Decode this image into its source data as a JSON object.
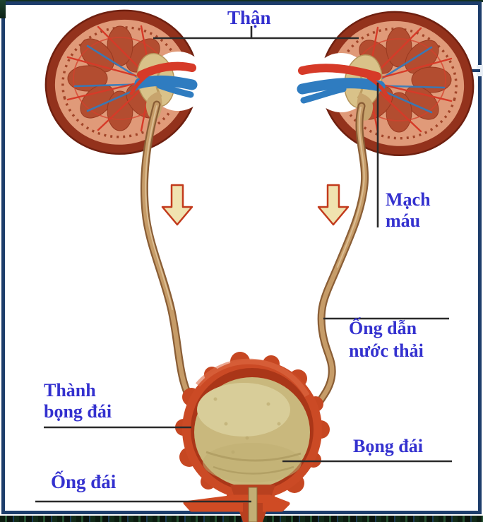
{
  "diagram": {
    "labels": {
      "kidney": "Thận",
      "blood_vessels": "Mạch máu",
      "ureter": "Ống dẫn nước thải",
      "bladder_wall": "Thành bọng đái",
      "bladder": "Bọng đái",
      "urethra": "Ống đái"
    },
    "colors": {
      "label_text": "#3431cf",
      "frame_border": "#1d3d6b",
      "leader_line": "#2a2a2a",
      "artery_red": "#d63a28",
      "vein_blue": "#2f7cc0",
      "kidney_outer": "#93321c",
      "kidney_cortex": "#e09a79",
      "kidney_pyramid": "#b34d30",
      "ureter_tube": "#c69c68",
      "bladder_wall": "#cb4a25",
      "bladder_interior": "#c9b87d",
      "arrow_fill": "#f0e3b0",
      "arrow_outline": "#c23a1c"
    }
  }
}
